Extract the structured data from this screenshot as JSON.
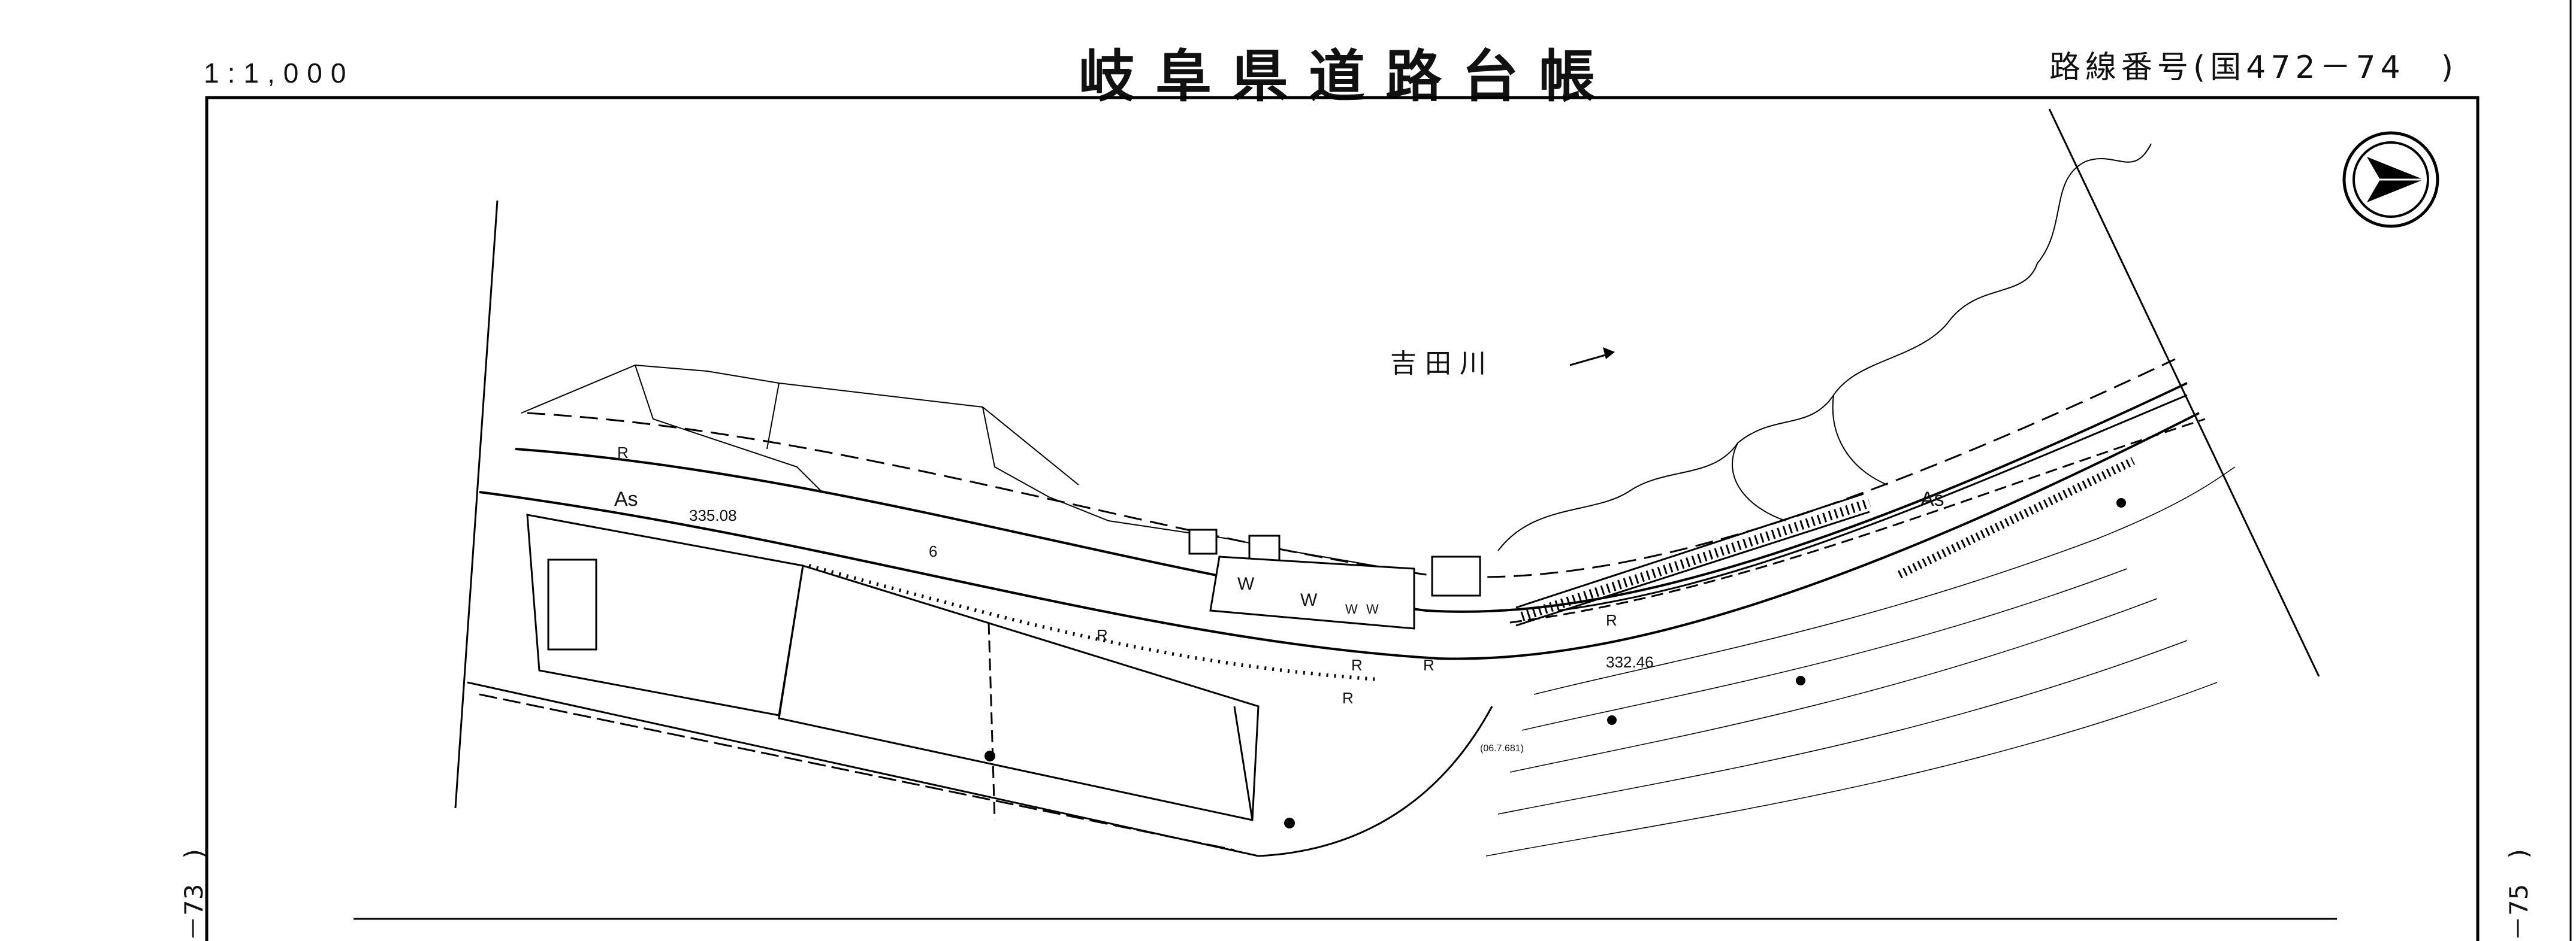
{
  "header": {
    "scale": "1:1,000",
    "title": "岐阜県道路台帳",
    "route_label": "路線番号(国472－74　)"
  },
  "side": {
    "left_sheet": "－73　)",
    "right_sheet": "－75　)"
  },
  "map": {
    "river_label": "吉 田 川",
    "elevations": [
      "335.08",
      "332.46"
    ],
    "road_number": "6",
    "pavement_labels": [
      "As",
      "As"
    ],
    "rail_labels": [
      "R",
      "R",
      "R",
      "R",
      "R",
      "R"
    ],
    "building_labels": [
      "W",
      "W",
      "W",
      "W"
    ],
    "small_note": "(06.7.681)",
    "north_icon": "north-arrow-icon"
  }
}
